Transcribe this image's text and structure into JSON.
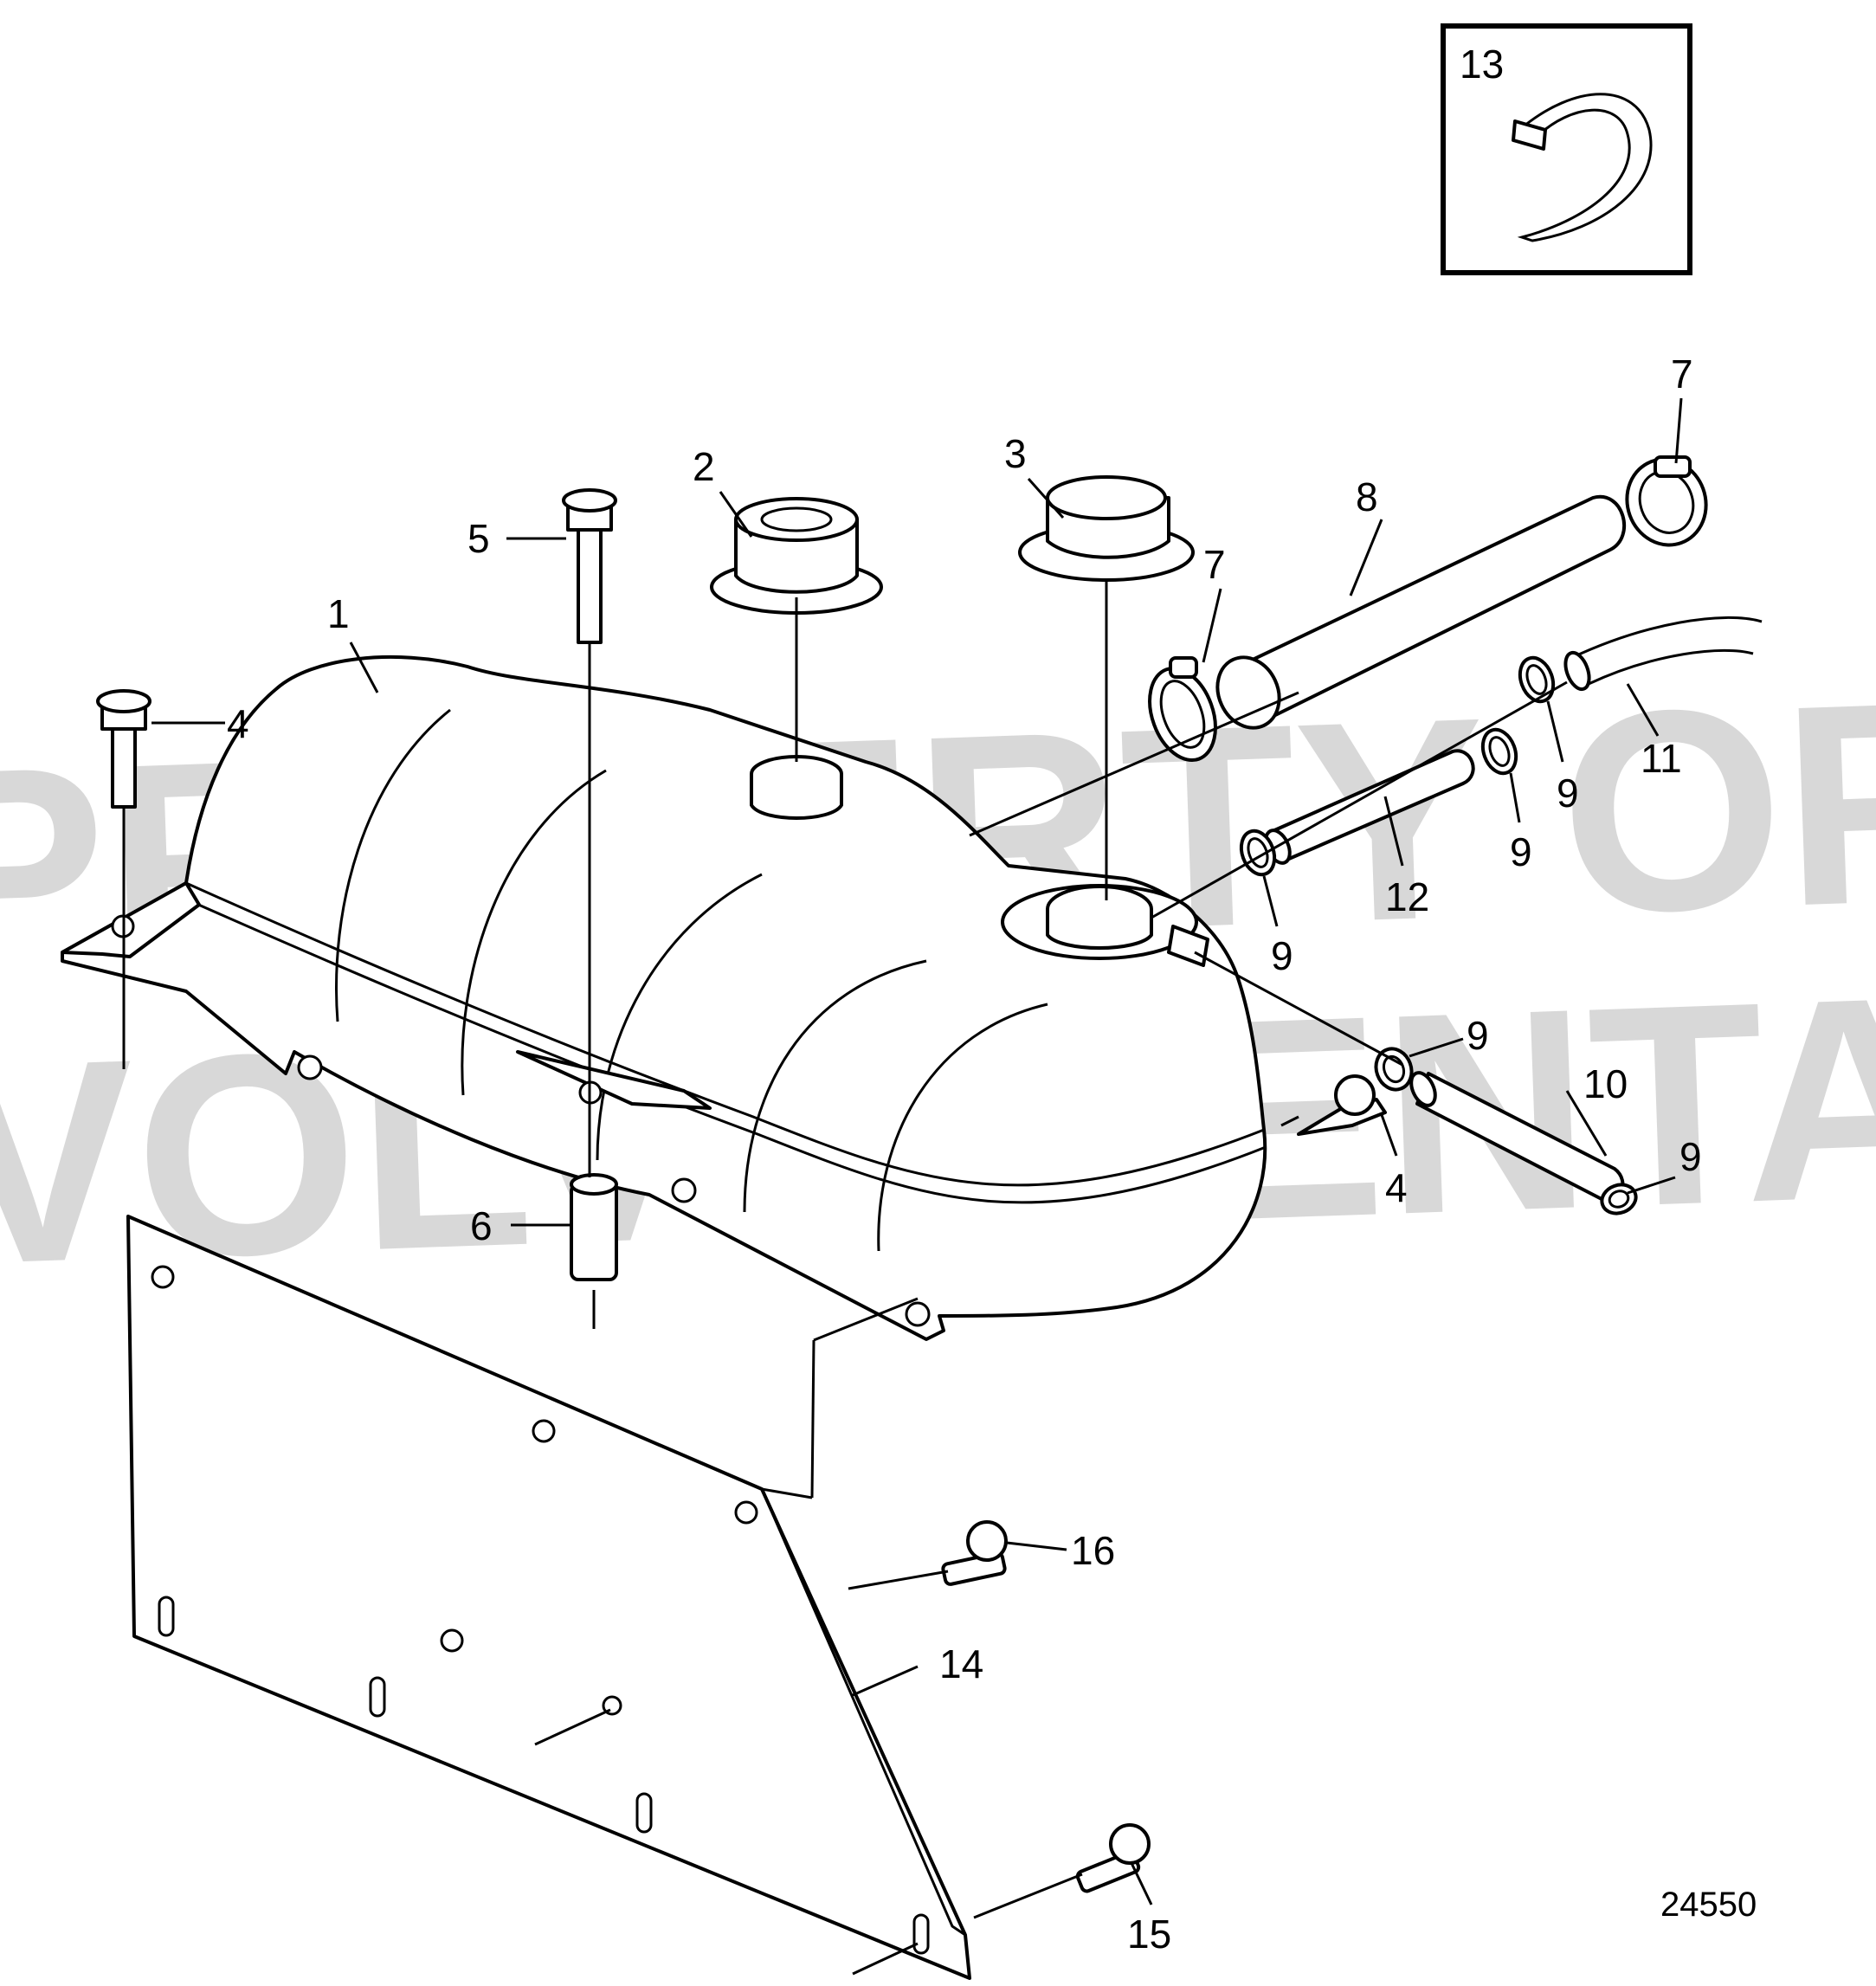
{
  "watermark": {
    "line1": "PROPERTY OF",
    "line2": "VOLVO PENTA"
  },
  "figure_number": "24550",
  "inset_callout": "13",
  "callouts": {
    "tank": "1",
    "filler_cap": "2",
    "pressure_cap": "3",
    "screw_left": "4",
    "screw_right": "4",
    "screw_top": "5",
    "spacer": "6",
    "hose_clamp_left": "7",
    "hose_clamp_right": "7",
    "hose_large": "8",
    "clamp_a": "9",
    "clamp_b": "9",
    "clamp_c": "9",
    "clamp_d": "9",
    "clamp_e": "9",
    "hose_short": "10",
    "hose_overflow": "11",
    "hose_medium": "12",
    "bracket": "14",
    "screw_bottom": "15",
    "screw_middle": "16"
  }
}
